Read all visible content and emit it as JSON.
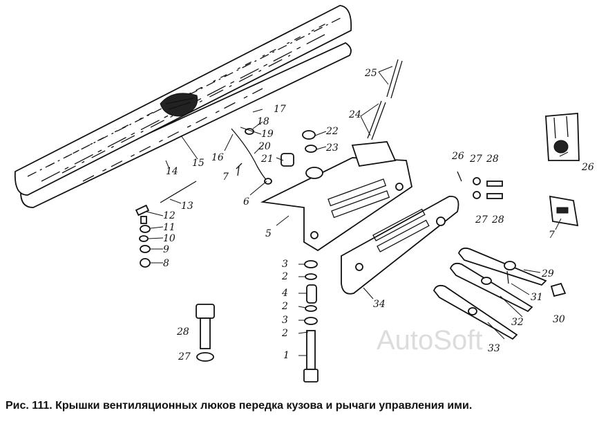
{
  "caption": "Рис. 111. Крышки вентиляционных люков передка кузова и рычаги управления ими.",
  "watermark": "AutoSoft",
  "callouts": [
    {
      "id": "c25",
      "text": "25"
    },
    {
      "id": "c24",
      "text": "24"
    },
    {
      "id": "c17",
      "text": "17"
    },
    {
      "id": "c18",
      "text": "18"
    },
    {
      "id": "c19",
      "text": "19"
    },
    {
      "id": "c20",
      "text": "20"
    },
    {
      "id": "c16",
      "text": "16"
    },
    {
      "id": "c22",
      "text": "22"
    },
    {
      "id": "c23",
      "text": "23"
    },
    {
      "id": "c21",
      "text": "21"
    },
    {
      "id": "c15",
      "text": "15"
    },
    {
      "id": "c14",
      "text": "14"
    },
    {
      "id": "c7a",
      "text": "7"
    },
    {
      "id": "c6",
      "text": "6"
    },
    {
      "id": "c13",
      "text": "13"
    },
    {
      "id": "c12",
      "text": "12"
    },
    {
      "id": "c11",
      "text": "11"
    },
    {
      "id": "c10",
      "text": "10"
    },
    {
      "id": "c9",
      "text": "9"
    },
    {
      "id": "c8",
      "text": "8"
    },
    {
      "id": "c5",
      "text": "5"
    },
    {
      "id": "c26a",
      "text": "26"
    },
    {
      "id": "c27a",
      "text": "27"
    },
    {
      "id": "c28a",
      "text": "28"
    },
    {
      "id": "c27b",
      "text": "27"
    },
    {
      "id": "c28b",
      "text": "28"
    },
    {
      "id": "c26b",
      "text": "26"
    },
    {
      "id": "c7b",
      "text": "7"
    },
    {
      "id": "c3a",
      "text": "3"
    },
    {
      "id": "c2a",
      "text": "2"
    },
    {
      "id": "c4",
      "text": "4"
    },
    {
      "id": "c2b",
      "text": "2"
    },
    {
      "id": "c3b",
      "text": "3"
    },
    {
      "id": "c2c",
      "text": "2"
    },
    {
      "id": "c1",
      "text": "1"
    },
    {
      "id": "c34",
      "text": "34"
    },
    {
      "id": "c29",
      "text": "29"
    },
    {
      "id": "c31",
      "text": "31"
    },
    {
      "id": "c30",
      "text": "30"
    },
    {
      "id": "c32",
      "text": "32"
    },
    {
      "id": "c33",
      "text": "33"
    },
    {
      "id": "c28c",
      "text": "28"
    },
    {
      "id": "c27c",
      "text": "27"
    }
  ]
}
